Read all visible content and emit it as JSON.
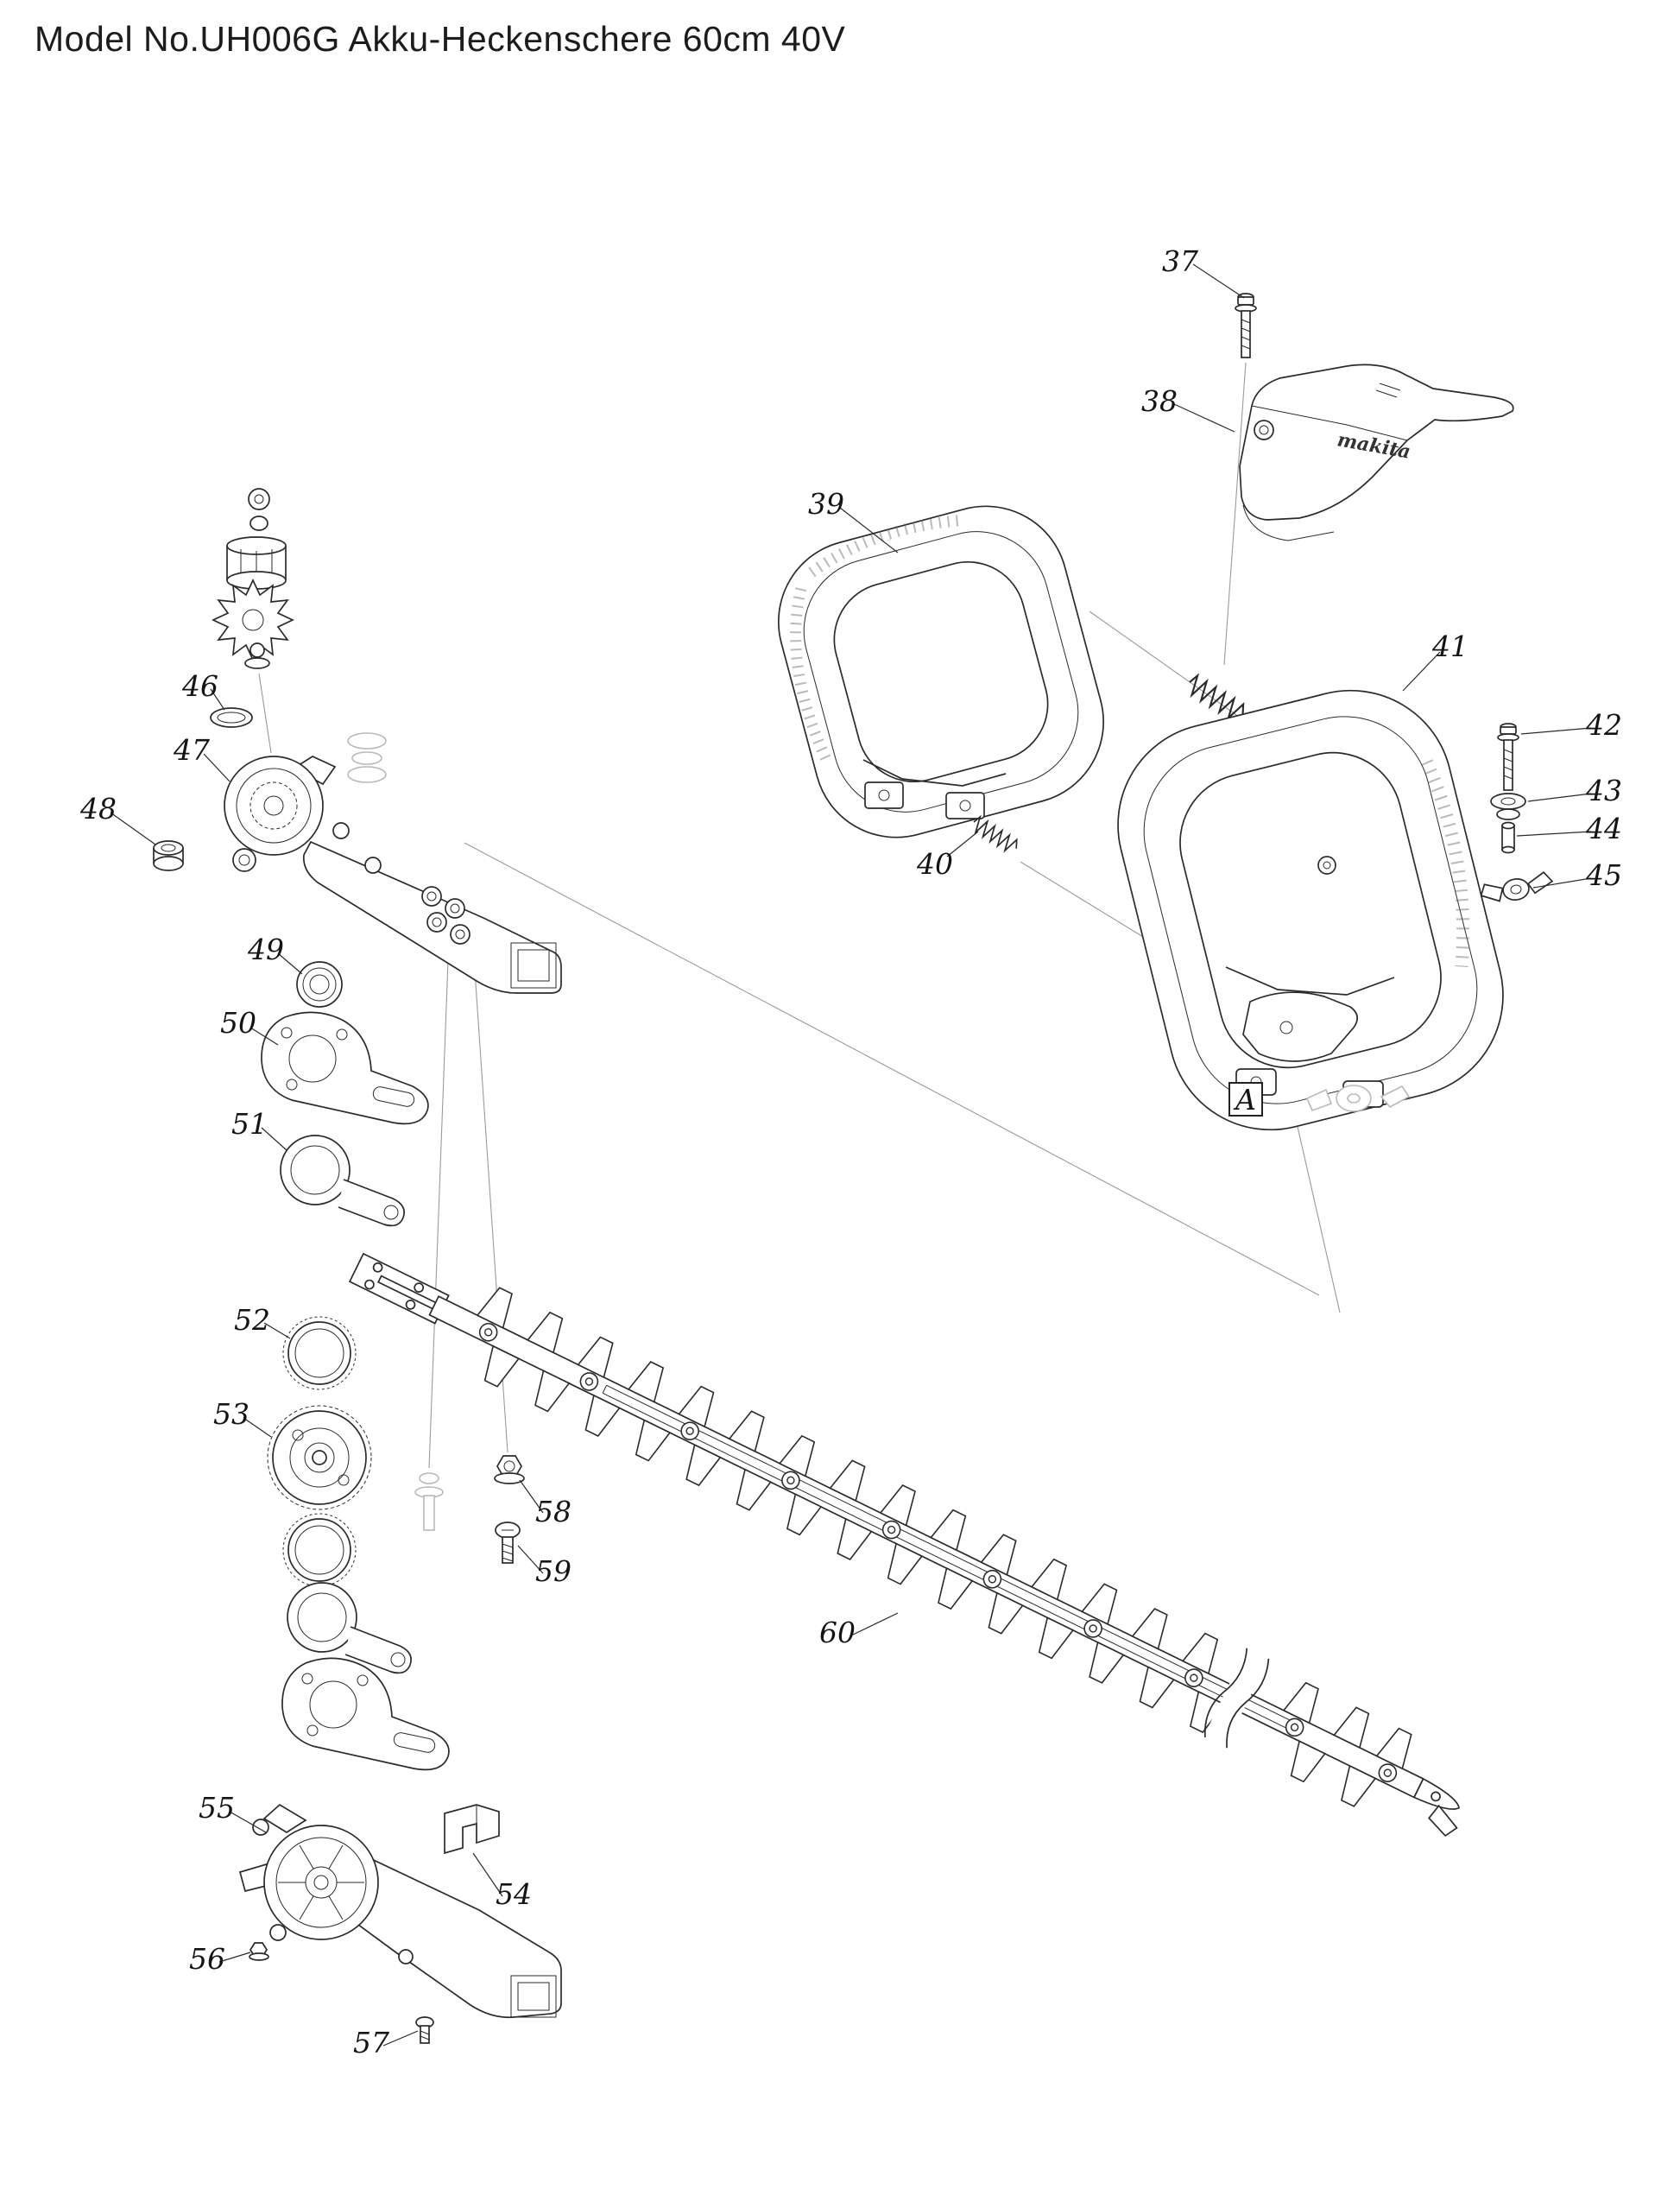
{
  "title": "Model No.UH006G Akku-Heckenschere 60cm 40V",
  "brand_logo": "makita",
  "reference_box_label": "A",
  "parts": [
    {
      "label": "37"
    },
    {
      "label": "38"
    },
    {
      "label": "39"
    },
    {
      "label": "40"
    },
    {
      "label": "41"
    },
    {
      "label": "42"
    },
    {
      "label": "43"
    },
    {
      "label": "44"
    },
    {
      "label": "45"
    },
    {
      "label": "46"
    },
    {
      "label": "47"
    },
    {
      "label": "48"
    },
    {
      "label": "49"
    },
    {
      "label": "50"
    },
    {
      "label": "51"
    },
    {
      "label": "52"
    },
    {
      "label": "53"
    },
    {
      "label": "54"
    },
    {
      "label": "55"
    },
    {
      "label": "56"
    },
    {
      "label": "57"
    },
    {
      "label": "58"
    },
    {
      "label": "59"
    },
    {
      "label": "60"
    }
  ]
}
